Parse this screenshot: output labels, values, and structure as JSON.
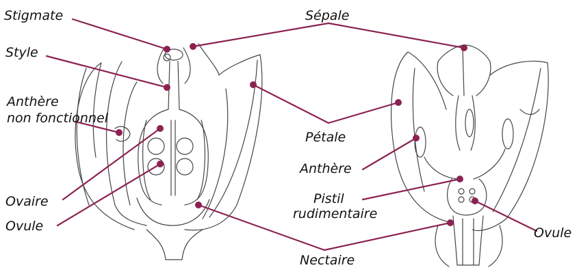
{
  "labels": {
    "stigmate": "Stigmate",
    "style": "Style",
    "anthere_nf_1": "Anthère",
    "anthere_nf_2": "non fonctionnel",
    "ovaire": "Ovaire",
    "ovule_left": "Ovule",
    "sepale": "Sépale",
    "petale": "Pétale",
    "anthere": "Anthère",
    "pistil_1": "Pistil",
    "pistil_2": "rudimentaire",
    "ovule_right": "Ovule",
    "nectaire": "Nectaire"
  },
  "colors": {
    "leader": "#8b2252",
    "dot": "#8b2252",
    "drawing": "#444444"
  }
}
